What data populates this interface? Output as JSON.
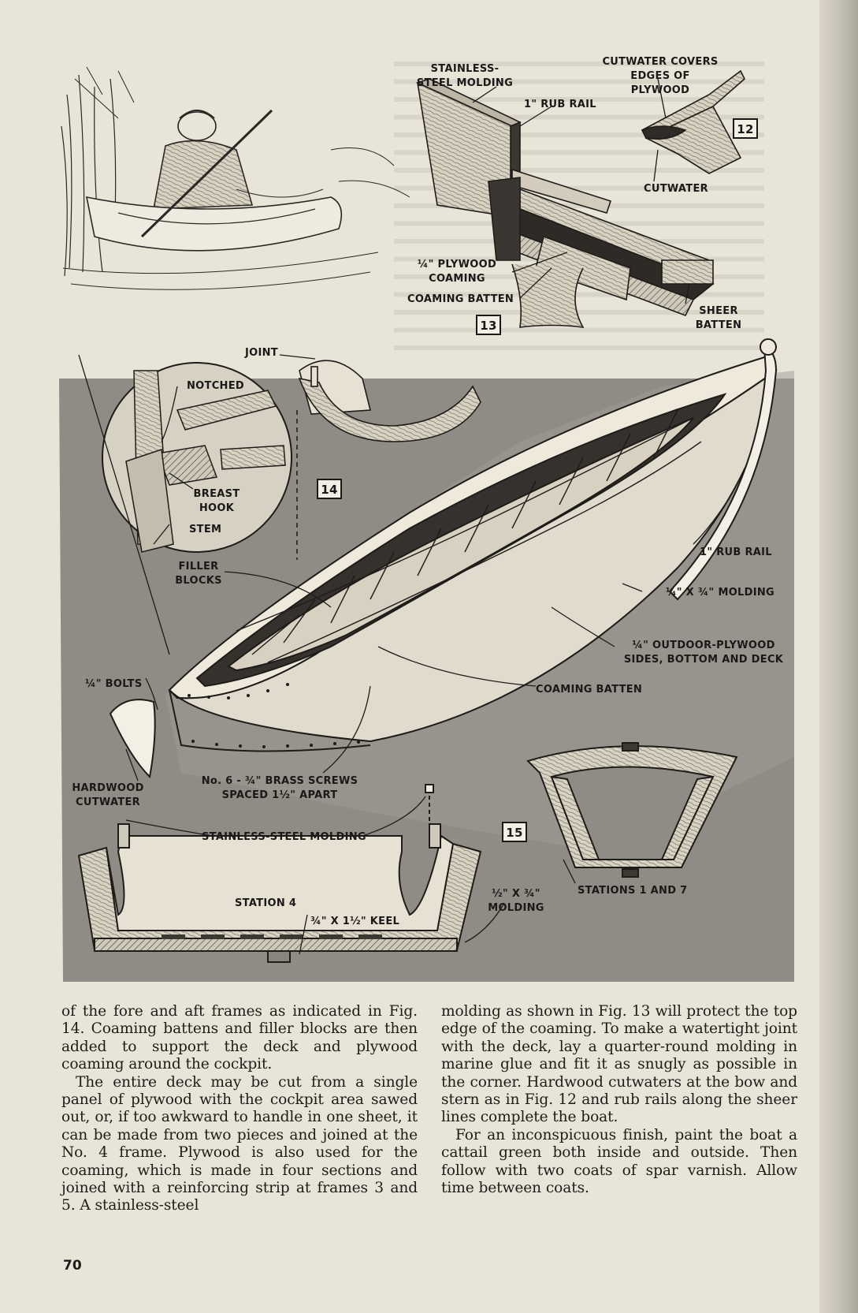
{
  "labels": {
    "stainless_steel_molding_top": [
      "STAINLESS-",
      "STEEL MOLDING"
    ],
    "cutwater_covers": [
      "CUTWATER COVERS",
      "EDGES OF",
      "PLYWOOD"
    ],
    "rub_rail_top": "1\" RUB RAIL",
    "cutwater": "CUTWATER",
    "plywood_coaming": [
      "¼\" PLYWOOD",
      "COAMING"
    ],
    "coaming_batten_top": "COAMING BATTEN",
    "sheer_batten": [
      "SHEER",
      "BATTEN"
    ],
    "joint": "JOINT",
    "notched": "NOTCHED",
    "breast_hook": [
      "BREAST",
      "HOOK"
    ],
    "stem": "STEM",
    "filler_blocks": [
      "FILLER",
      "BLOCKS"
    ],
    "rub_rail_right": "1\" RUB RAIL",
    "molding_quarter": "¼\" X ¾\" MOLDING",
    "outdoor_plywood": [
      "¼\" OUTDOOR-PLYWOOD",
      "SIDES, BOTTOM AND DECK"
    ],
    "coaming_batten_mid": "COAMING BATTEN",
    "bolts": "¼\" BOLTS",
    "hardwood_cutwater": [
      "HARDWOOD",
      "CUTWATER"
    ],
    "brass_screws": [
      "No. 6 - ¾\" BRASS SCREWS",
      "SPACED 1½\" APART"
    ],
    "stainless_steel_molding_bottom": "STAINLESS-STEEL MOLDING",
    "station_4": "STATION 4",
    "keel": "¾\" X 1½\" KEEL",
    "molding_half": [
      "½\" X ¾\"",
      "MOLDING"
    ],
    "stations_1_7": "STATIONS 1 AND 7"
  },
  "figures": {
    "fig12": "12",
    "fig13": "13",
    "fig14": "14",
    "fig15": "15"
  },
  "text": {
    "left_p1": "of the fore and aft frames as indicated in Fig. 14. Coaming battens and filler blocks are then added to support the deck and plywood coaming around the cockpit.",
    "left_p2": "The entire deck may be cut from a single panel of plywood with the cockpit area sawed out, or, if too awkward to handle in one sheet, it can be made from two pieces and joined at the No. 4 frame. Plywood is also used for the coaming, which is made in four sections and joined with a reinforcing strip at frames 3 and 5. A stainless-steel",
    "right_p1": "molding as shown in Fig. 13 will protect the top edge of the coaming. To make a watertight joint with the deck, lay a quarter-round molding in marine glue and fit it as snugly as possible in the corner. Hardwood cutwaters at the bow and stern as in Fig. 12 and rub rails along the sheer lines complete the boat.",
    "right_p2": "For an inconspicuous finish, paint the boat a cattail green both inside and outside. Then follow with two coats of spar varnish. Allow time between coats."
  },
  "page_number": "70"
}
